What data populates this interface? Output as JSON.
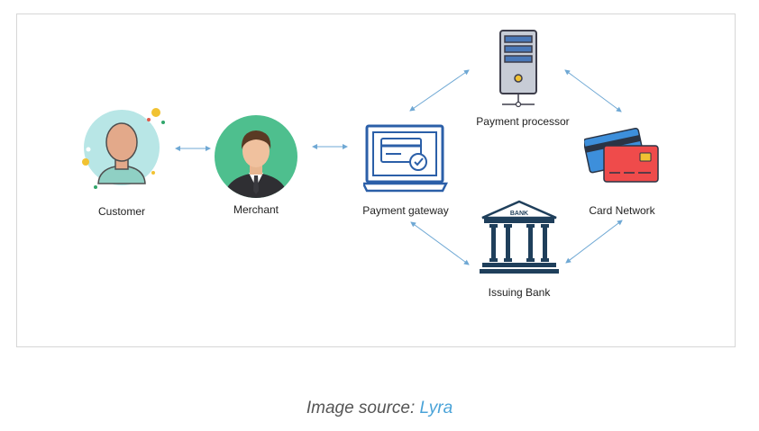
{
  "nodes": {
    "customer": "Customer",
    "merchant": "Merchant",
    "payment_gateway": "Payment gateway",
    "payment_processor": "Payment processor",
    "card_network": "Card Network",
    "issuing_bank": "Issuing Bank"
  },
  "bank_sign": "BANK",
  "caption": {
    "prefix": "Image source:",
    "source": "Lyra"
  },
  "colors": {
    "arrow": "#6fa8d4",
    "customer_bg": "#b8e6e6",
    "merchant_bg": "#4ebf8e",
    "gateway_blue": "#2b5fa8",
    "card_blue": "#3d8fdb",
    "card_red": "#ef4b4b",
    "bank_dark": "#1f3f5b",
    "link": "#4aa3d8"
  },
  "icons": [
    "customer-avatar-icon",
    "merchant-avatar-icon",
    "laptop-payment-icon",
    "server-icon",
    "credit-cards-icon",
    "bank-building-icon"
  ]
}
